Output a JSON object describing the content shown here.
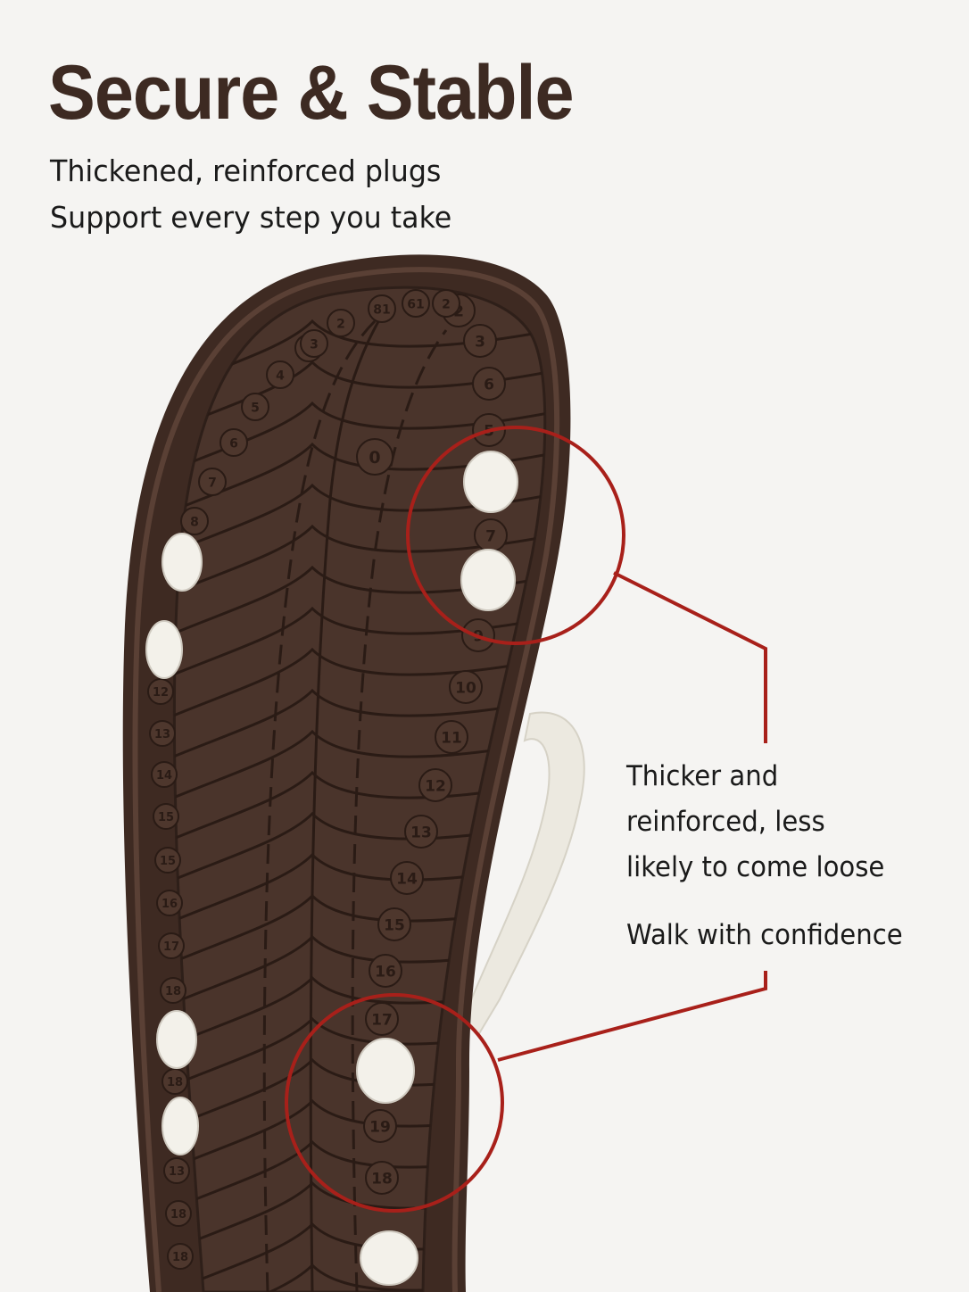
{
  "headline": "Secure & Stable",
  "subtitle": {
    "line1": "Thickened, reinforced plugs",
    "line2": "Support every step you take"
  },
  "callout": {
    "line1": "Thicker and",
    "line2": "reinforced, less",
    "line3": "likely to come loose",
    "line4": "Walk with confidence"
  },
  "sole_numbers": {
    "left": [
      "12",
      "13",
      "14",
      "15",
      "15",
      "16",
      "17",
      "18",
      "18",
      "13",
      "18",
      "18"
    ],
    "right": [
      "2",
      "3",
      "6",
      "5",
      "7",
      "9",
      "10",
      "11",
      "12",
      "13",
      "14",
      "15",
      "16",
      "17",
      "19",
      "18"
    ],
    "top": [
      "3",
      "4",
      "5",
      "6",
      "7",
      "8",
      "2",
      "3",
      "81",
      "61",
      "2"
    ],
    "center": "0"
  },
  "colors": {
    "sole": "#3e2a22",
    "sole_edge": "#5a4035",
    "callout_red": "#a8201a",
    "plug": "#f3f1ea",
    "strap": "#ece9e0",
    "text": "#1a1a1a"
  }
}
